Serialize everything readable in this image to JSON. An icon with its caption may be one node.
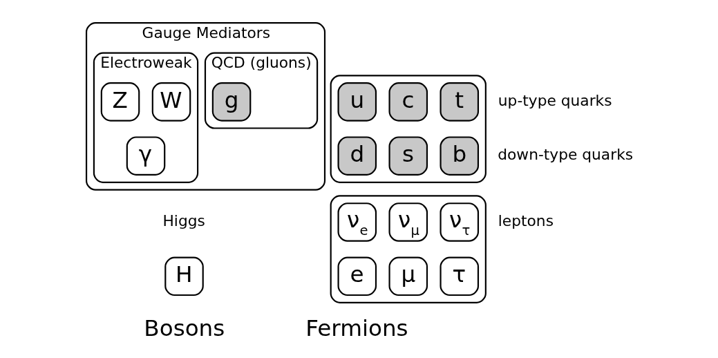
{
  "diagram": {
    "nodes": [
      {
        "text": [
          "Gauge Mediators"
        ]
      },
      {
        "text": [
          "QCD (gluons)"
        ],
        "in": 0
      },
      {
        "text": [
          "g"
        ],
        "in": 1
      },
      {
        "text": [
          "Electroweak"
        ],
        "in": 0
      },
      {
        "text": [
          "Z"
        ],
        "in": 3
      },
      {
        "text": [
          "W"
        ],
        "in": 3
      },
      {
        "text": [
          "γ"
        ],
        "in": 3
      },
      {
        "text": [
          "H"
        ],
        "beside": [
          "Higgs"
        ]
      },
      {
        "text": [],
        "shape": "box",
        "beside": [
          "up-type quarks",
          "down-type quarks"
        ]
      },
      {
        "text": [
          "u"
        ],
        "in": 8
      },
      {
        "text": [
          "c"
        ],
        "in": 8
      },
      {
        "text": [
          "t"
        ],
        "in": 8
      },
      {
        "text": [
          "d"
        ],
        "in": 8
      },
      {
        "text": [
          "s"
        ],
        "in": 8
      },
      {
        "text": [
          "b"
        ],
        "in": 8
      },
      {
        "text": [],
        "shape": "box",
        "beside": [
          "leptons"
        ]
      },
      {
        "text": [
          "ν$_{e}$"
        ],
        "in": 15
      },
      {
        "text": [
          "ν$_{μ}$"
        ],
        "in": 15
      },
      {
        "text": [
          "ν$_{τ}$"
        ],
        "in": 15
      },
      {
        "text": [
          "e"
        ],
        "in": 15
      },
      {
        "text": [
          "μ"
        ],
        "in": 15
      },
      {
        "text": [
          "τ"
        ],
        "in": 15
      }
    ],
    "labels": [
      "Bosons",
      "Fermions"
    ]
  }
}
